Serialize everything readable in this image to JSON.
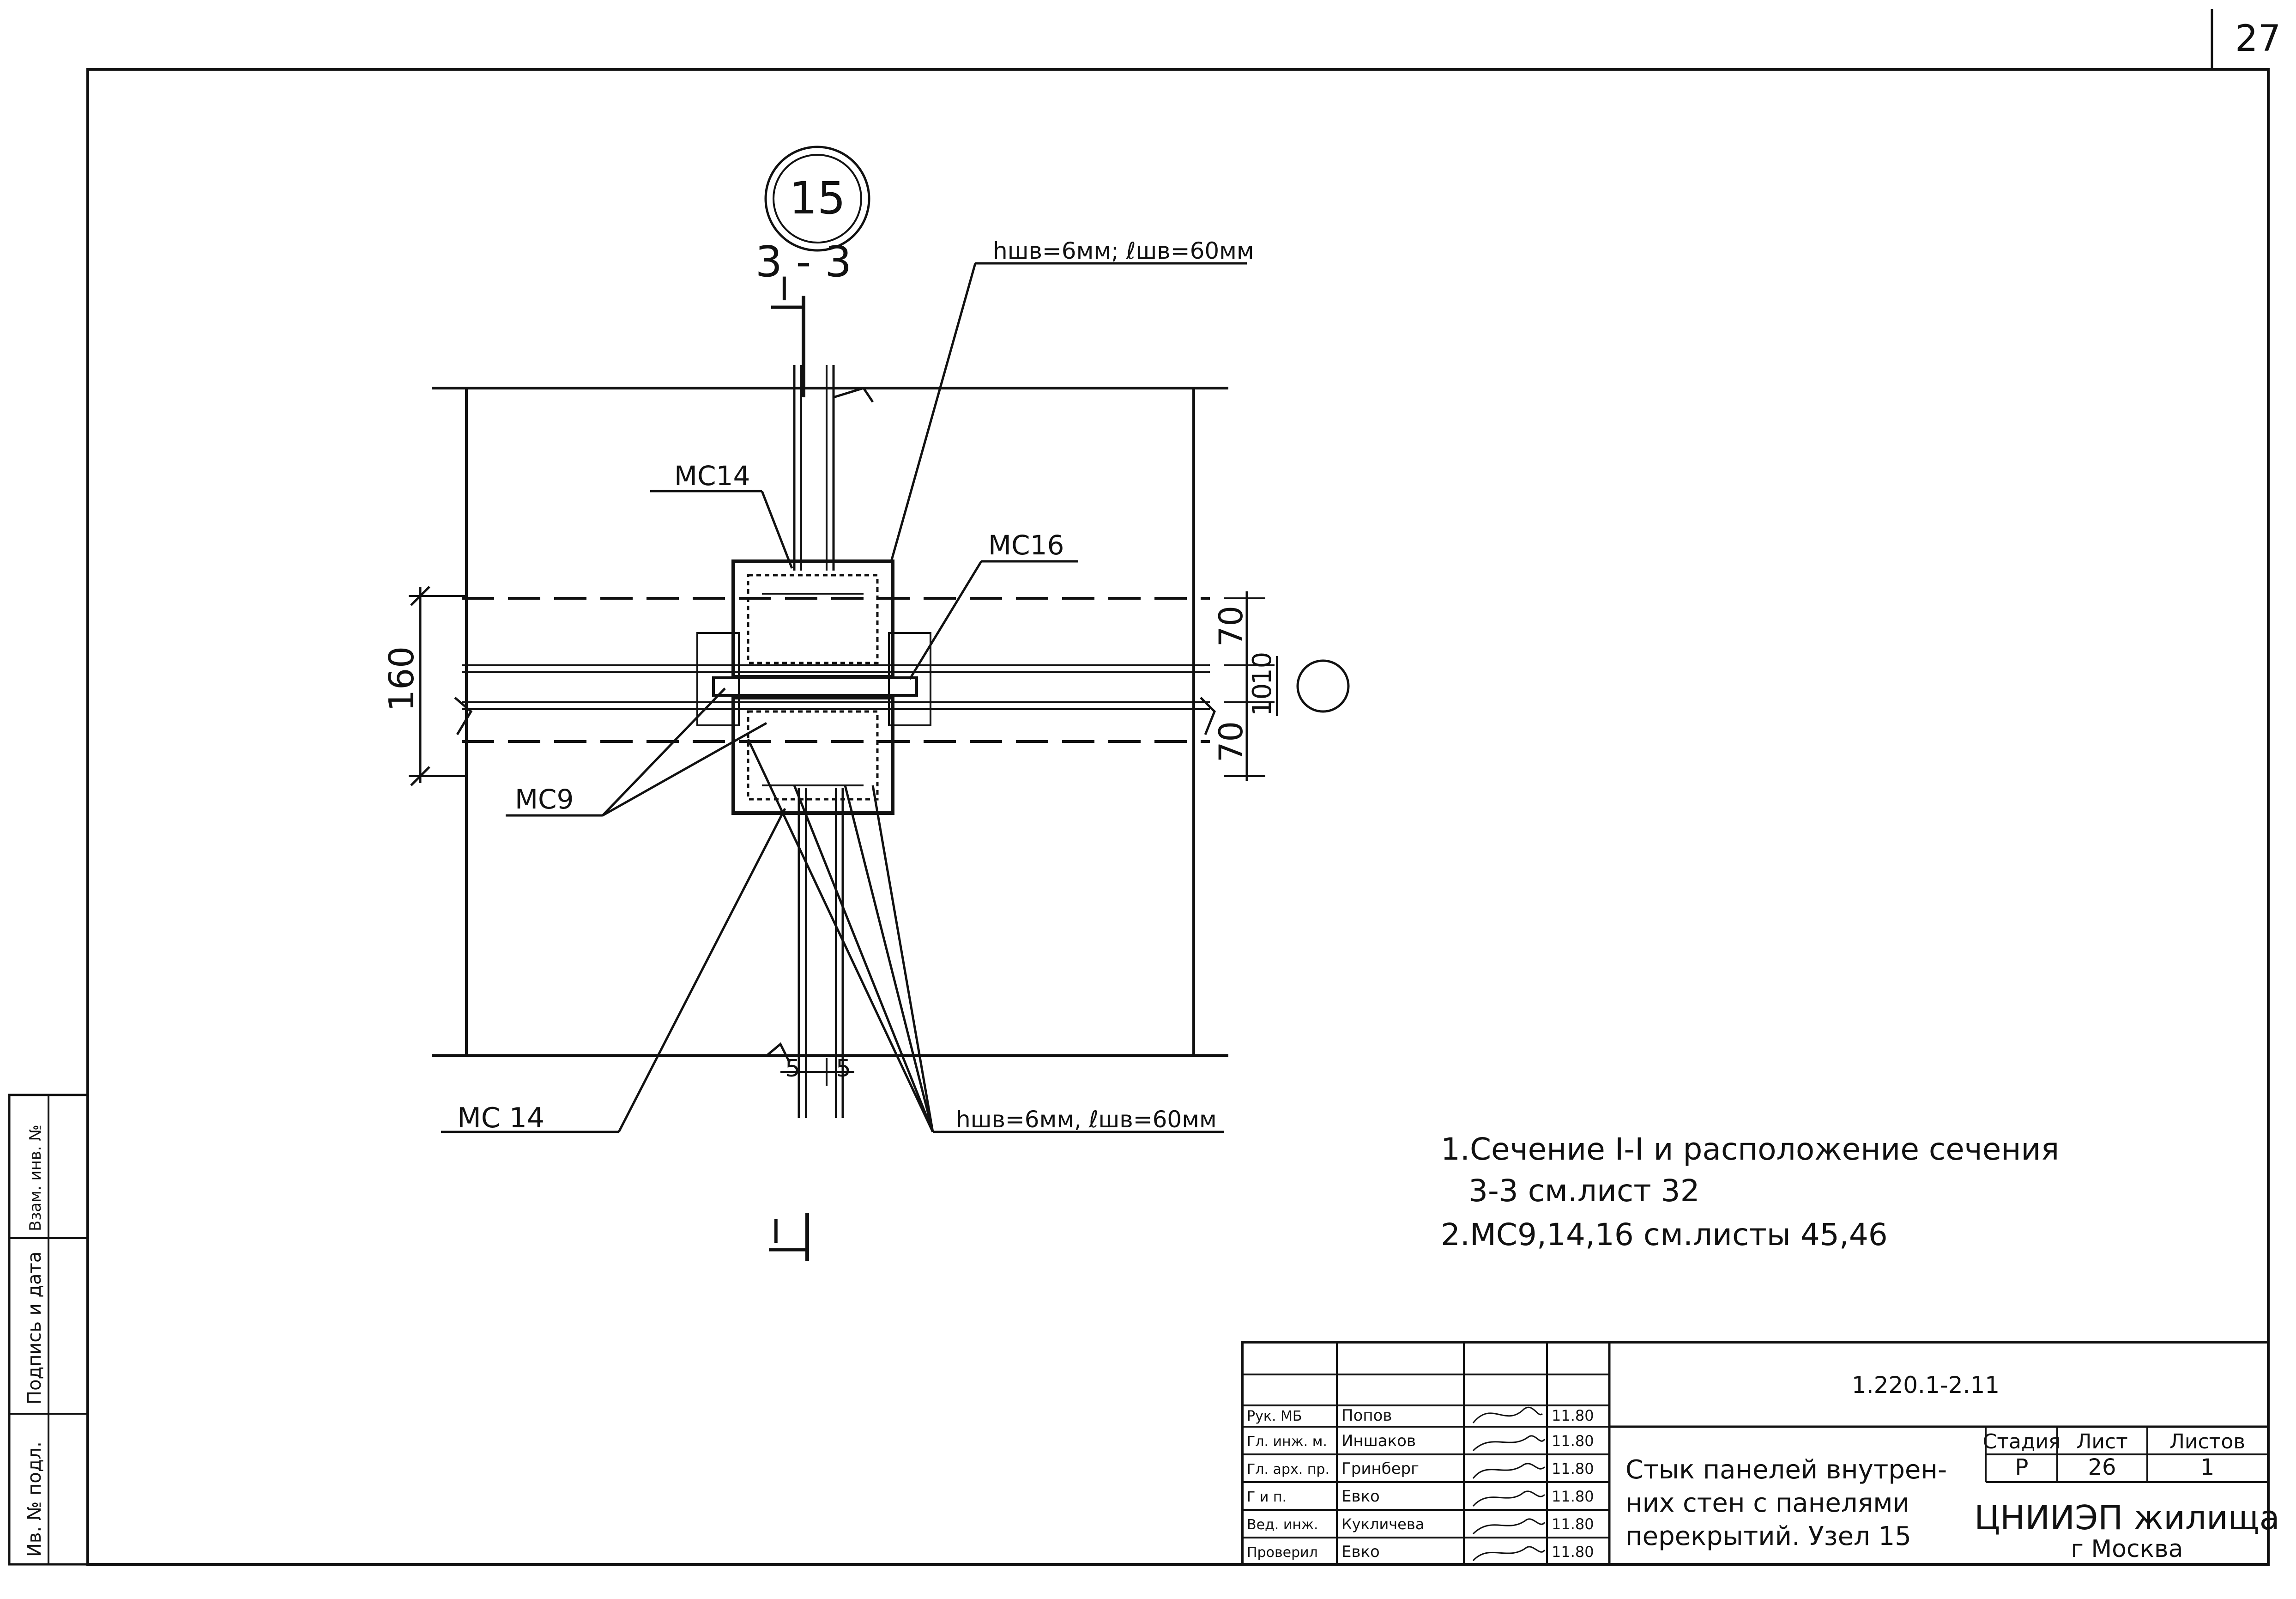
{
  "sheet_number": "27",
  "node_marker": "15",
  "section_label": "3 - 3",
  "cut_mark": "I",
  "weld_top_note": "hшв=6мм; ℓшв=60мм",
  "weld_bottom_note": "hшв=6мм, ℓшв=60мм",
  "parts": {
    "mc14_top": "МС14",
    "mc16": "МС16",
    "mc9": "МС9",
    "mc14_bottom": "МС 14"
  },
  "dimensions": {
    "overall": "160",
    "upper": "70",
    "joint_a": "10",
    "joint_b": "10",
    "lower": "70",
    "gap_left": "5",
    "gap_right": "5"
  },
  "notes": [
    "1.Сечение I-I и расположение сечения",
    "3-3 см.лист 32",
    "2.МС9,14,16 см.листы 45,46"
  ],
  "side_stamp": [
    "Ив. № подл.",
    "Подпись и дата",
    "Взам. инв. №"
  ],
  "title_block": {
    "doc_code": "1.220.1-2.11",
    "title_lines": [
      "Стык панелей внутрен-",
      "них стен с панелями",
      "перекрытий. Узел 15"
    ],
    "stage_header": "Стадия",
    "sheet_header": "Лист",
    "sheets_header": "Листов",
    "stage": "Р",
    "sheet": "26",
    "sheets": "1",
    "org": "ЦНИИЭП жилища",
    "city": "г Москва",
    "rows": [
      {
        "role": "Рук. МБ",
        "name": "Попов",
        "date": "11.80"
      },
      {
        "role": "Гл. инж. м.",
        "name": "Иншаков",
        "date": "11.80"
      },
      {
        "role": "Гл. арх. пр.",
        "name": "Гринберг",
        "date": "11.80"
      },
      {
        "role": "Г и п.",
        "name": "Евко",
        "date": "11.80"
      },
      {
        "role": "Вед. инж.",
        "name": "Кукличева",
        "date": "11.80"
      },
      {
        "role": "Проверил",
        "name": "Евко",
        "date": "11.80"
      }
    ]
  }
}
